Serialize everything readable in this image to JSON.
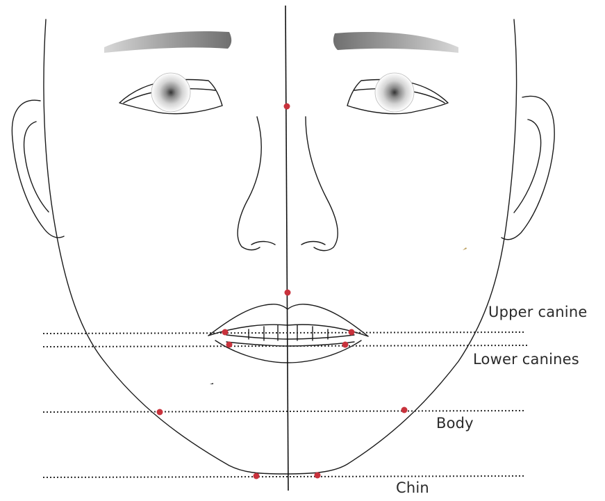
{
  "labels": {
    "upper_canine": "Upper canine",
    "lower_canines": "Lower canines",
    "body": "Body",
    "chin": "Chin"
  },
  "colors": {
    "landmark": "#c8323c",
    "line": "#1a1a1a",
    "brow": "#8a8a8a",
    "background": "#ffffff"
  }
}
